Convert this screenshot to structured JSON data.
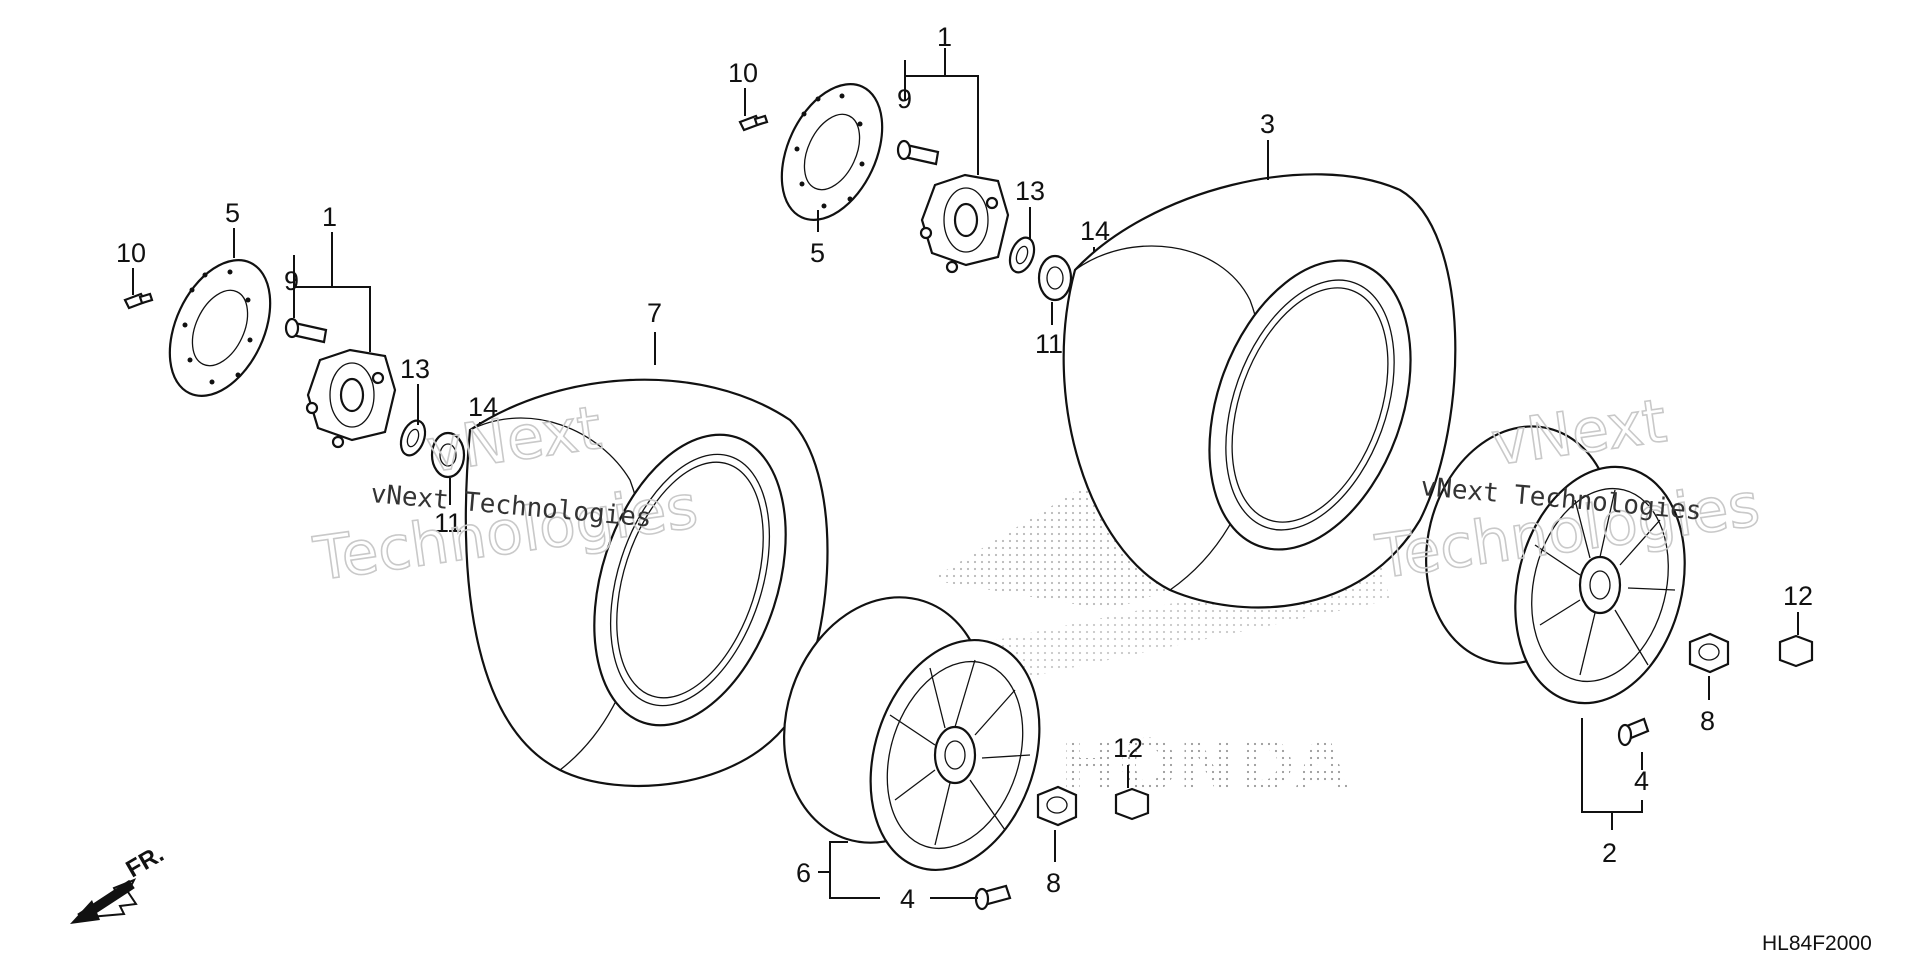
{
  "diagram": {
    "drawing_code": "HL84F2000",
    "direction_label": "FR.",
    "watermark": {
      "line1": "vNext",
      "line2": "Technologies",
      "small": "vNext Technologies"
    },
    "callouts": {
      "hub_rear": "1",
      "disk_rear": "5",
      "bolt10_rear": "10",
      "bolt9_rear": "9",
      "washer13_rear": "13",
      "pin14_rear": "14",
      "nut11_rear": "11",
      "hub_front": "1",
      "disk_front": "5",
      "bolt10_front": "10",
      "bolt9_front": "9",
      "washer13_front": "13",
      "pin14_front": "14",
      "nut11_front": "11",
      "tire_rear": "7",
      "tire_front": "3",
      "wheel_rear": "6",
      "valve_rear": "4",
      "nut8_rear": "8",
      "cap12_rear": "12",
      "wheel_front": "2",
      "valve_front": "4",
      "nut8_front": "8",
      "cap12_front": "12"
    }
  }
}
